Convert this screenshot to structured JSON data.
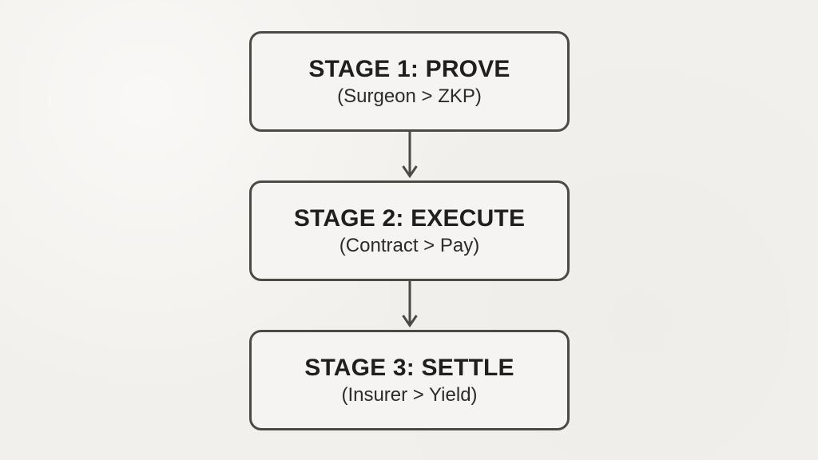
{
  "diagram": {
    "type": "vertical-flowchart",
    "background_color": "#f2f0ec",
    "node_fill_color": "#f5f4f2",
    "node_border_color": "#4a4a46",
    "title_text_color": "#1f1f1d",
    "subtitle_text_color": "#2b2b29",
    "connector_color": "#4a4a46",
    "nodes": [
      {
        "id": "stage-1",
        "title": "STAGE 1: PROVE",
        "subtitle": "(Surgeon > ZKP)"
      },
      {
        "id": "stage-2",
        "title": "STAGE 2: EXECUTE",
        "subtitle": "(Contract > Pay)"
      },
      {
        "id": "stage-3",
        "title": "STAGE 3: SETTLE",
        "subtitle": "(Insurer > Yield)"
      }
    ],
    "connectors": [
      {
        "id": "connector-1-to-2",
        "from": "stage-1",
        "to": "stage-2",
        "icon": "arrow-down-icon"
      },
      {
        "id": "connector-2-to-3",
        "from": "stage-2",
        "to": "stage-3",
        "icon": "arrow-down-icon"
      }
    ]
  }
}
